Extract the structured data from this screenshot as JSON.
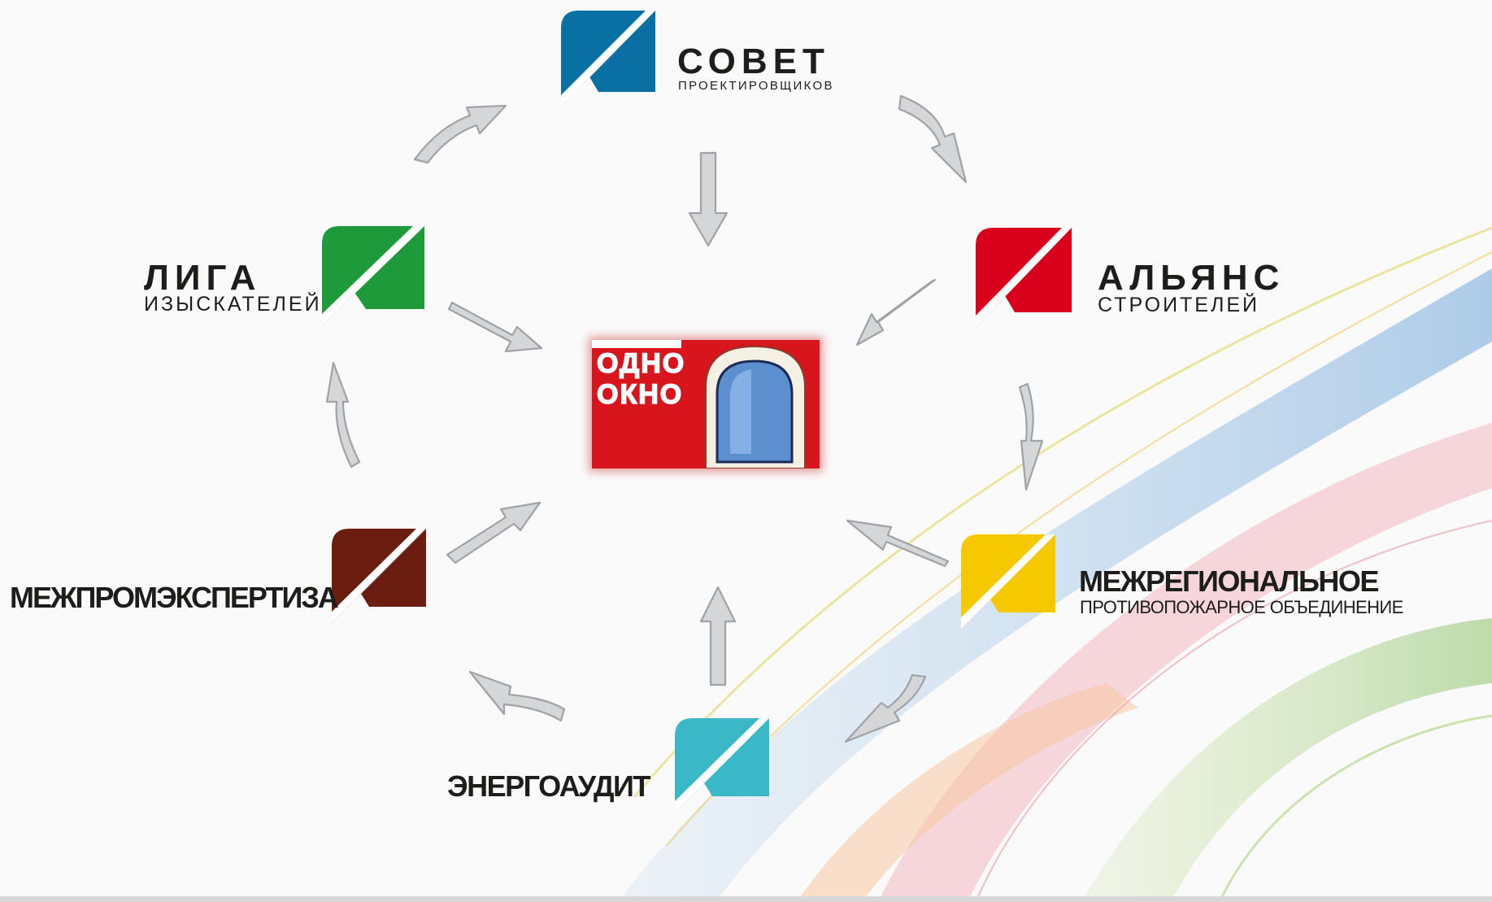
{
  "center": {
    "line1": "ОДНО",
    "line2": "ОКНО"
  },
  "organizations": [
    {
      "id": "sovet",
      "title": "СОВЕТ",
      "subtitle": "ПРОЕКТИРОВЩИКОВ",
      "color": "#0a6fa3"
    },
    {
      "id": "alliance",
      "title": "АЛЬЯНС",
      "subtitle": "СТРОИТЕЛЕЙ",
      "color": "#d9001b"
    },
    {
      "id": "mezhreg",
      "title": "МЕЖРЕГИОНАЛЬНОЕ",
      "subtitle": "ПРОТИВОПОЖАРНОЕ ОБЪЕДИНЕНИЕ",
      "color": "#f5c800"
    },
    {
      "id": "energo",
      "title": "ЭНЕРГОАУДИТ",
      "subtitle": "",
      "color": "#3bb8c8"
    },
    {
      "id": "mezhprom",
      "title": "МЕЖПРОМЭКСПЕРТИЗА",
      "subtitle": "",
      "color": "#6b1e10"
    },
    {
      "id": "liga",
      "title": "ЛИГА",
      "subtitle": "ИЗЫСКАТЕЛЕЙ",
      "color": "#1f9a3a"
    }
  ],
  "colors": {
    "arrow_fill": "#d4d6d8",
    "arrow_stroke": "#9fa3a7",
    "center_red": "#d8141c",
    "text": "#1d1d1b"
  }
}
